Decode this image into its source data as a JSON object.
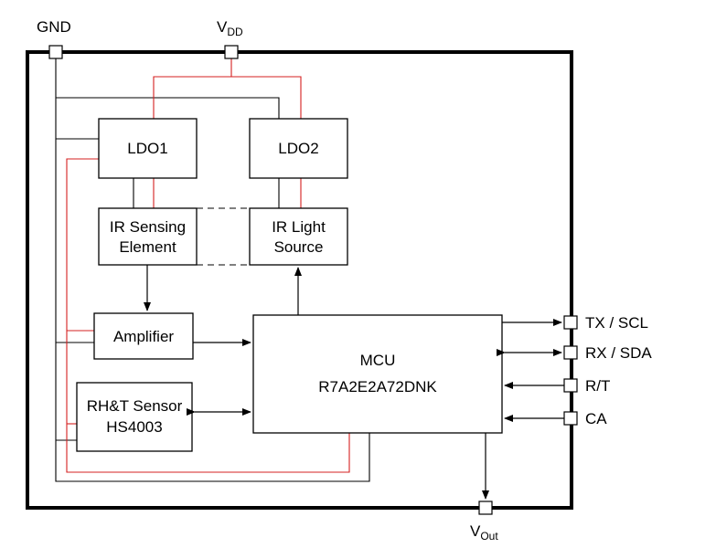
{
  "pins": {
    "gnd": "GND",
    "vdd_main": "V",
    "vdd_sub": "DD",
    "vout_main": "V",
    "vout_sub": "Out",
    "tx_scl": "TX / SCL",
    "rx_sda": "RX / SDA",
    "rt": "R/T",
    "ca": "CA"
  },
  "blocks": {
    "ldo1": "LDO1",
    "ldo2": "LDO2",
    "ir_sensing_line1": "IR Sensing",
    "ir_sensing_line2": "Element",
    "ir_light_line1": "IR Light",
    "ir_light_line2": "Source",
    "amplifier": "Amplifier",
    "rht_line1": "RH&T Sensor",
    "rht_line2": "HS4003",
    "mcu_line1": "MCU",
    "mcu_line2": "R7A2E2A72DNK"
  },
  "colors": {
    "ground_wire": "#000000",
    "power_wire": "#d42020",
    "outline": "#000000"
  }
}
